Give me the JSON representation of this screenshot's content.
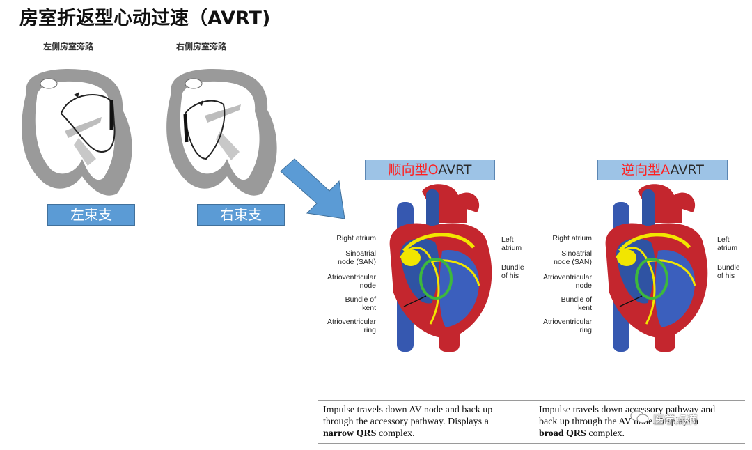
{
  "title": "房室折返型心动过速（AVRT)",
  "left_diagrams": [
    {
      "caption": "左侧房室旁路",
      "label": "左束支"
    },
    {
      "caption": "右侧房室旁路",
      "label": "右束支"
    }
  ],
  "panels": [
    {
      "type_cn": "顺向型O",
      "type_en": "AVRT",
      "caption_line1": "Impulse travels down AV node and back up",
      "caption_line2": "through the accessory pathway. Displays a",
      "caption_bold": "narrow QRS",
      "caption_tail": " complex."
    },
    {
      "type_cn": "逆向型A",
      "type_en": "AVRT",
      "caption_line1": "Impulse travels down accessory pathway and",
      "caption_line2": "back up through the AV node. Displays a",
      "caption_bold": "broad QRS",
      "caption_tail": " complex."
    }
  ],
  "heart_labels": {
    "right_atrium": "Right atrium",
    "sinoatrial_1": "Sinoatrial",
    "sinoatrial_2": "node (SAN)",
    "atrioventricular_1": "Atrioventricular",
    "atrioventricular_2": "node",
    "bundle_kent_1": "Bundle of",
    "bundle_kent_2": "kent",
    "av_ring_1": "Atrioventricular",
    "av_ring_2": "ring",
    "left_atrium_1": "Left",
    "left_atrium_2": "atrium",
    "bundle_his_1": "Bundle",
    "bundle_his_2": "of his"
  },
  "watermark": "医学点滴",
  "colors": {
    "label_blue": "#5b9bd5",
    "type_box_blue": "#9dc3e6",
    "type_text_red": "#ff1f1f",
    "arrow_blue": "#5b9bd5",
    "heart_red": "#c4262e",
    "heart_blue": "#2f53a3",
    "conduction_yellow": "#f2e600",
    "pathway_green": "#3db83d"
  }
}
